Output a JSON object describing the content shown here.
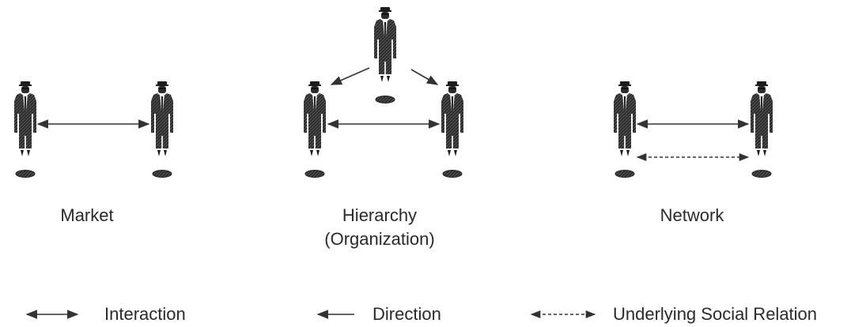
{
  "labels": {
    "market": "Market",
    "hierarchy_line1": "Hierarchy",
    "hierarchy_line2": "(Organization)",
    "network": "Network"
  },
  "legend": {
    "interaction": "Interaction",
    "direction": "Direction",
    "social_relation": "Underlying Social Relation"
  },
  "colors": {
    "figure": "#1c1c1c",
    "arrow": "#333333"
  }
}
